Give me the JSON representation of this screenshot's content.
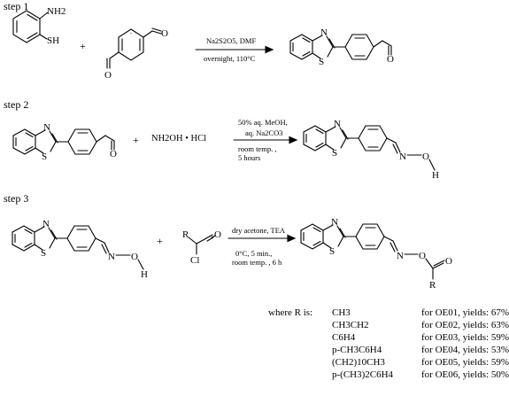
{
  "steps": [
    {
      "label": "step 1"
    },
    {
      "label": "step 2"
    },
    {
      "label": "step 3"
    }
  ],
  "step1": {
    "reactant_atoms": {
      "amine": "NH2",
      "thiol": "SH"
    },
    "conditions": [
      "Na2S2O5, DMF",
      "overnight, 110°C"
    ]
  },
  "step2": {
    "reagent": "NH2OH • HCl",
    "conditions": [
      "50% aq. MeOH,",
      "aq. Na2CO3",
      "room temp. ,",
      "5 hours"
    ]
  },
  "step3": {
    "conditions_top": "dry acetone, TEA",
    "conditions_bottom": [
      "0°C, 5 min.,",
      "room temp. , 6 h"
    ],
    "acyl_atoms": {
      "r": "R",
      "cl": "Cl"
    }
  },
  "atoms": {
    "n": "N",
    "s": "S",
    "o": "O",
    "h": "H"
  },
  "plus": "+",
  "where_intro": "where R is:",
  "substituents": [
    {
      "r": "CH3",
      "yield": "for OE01, yields: 67%"
    },
    {
      "r": "CH3CH2",
      "yield": "for OE02, yields: 63%"
    },
    {
      "r": "C6H4",
      "yield": "for OE03, yields: 59%"
    },
    {
      "r": "p-CH3C6H4",
      "yield": "for OE04, yields: 53%"
    },
    {
      "r": "(CH2)10CH3",
      "yield": "for OE05, yields: 59%"
    },
    {
      "r": "p-(CH3)2C6H4",
      "yield": "for OE06, yields: 50%"
    }
  ]
}
